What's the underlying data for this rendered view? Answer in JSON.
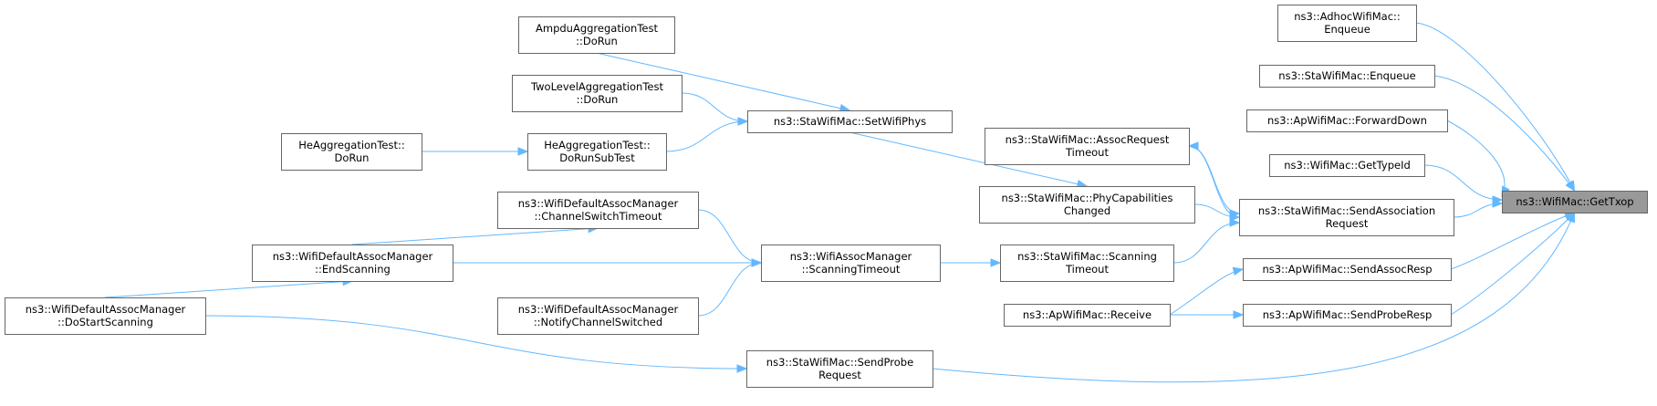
{
  "graph": {
    "nodes": [
      {
        "id": "gettxop",
        "lines": [
          "ns3::WifiMac::GetTxop"
        ],
        "focus": true
      },
      {
        "id": "adhoc_enqueue",
        "lines": [
          "ns3::AdhocWifiMac::",
          "Enqueue"
        ]
      },
      {
        "id": "sta_enqueue",
        "lines": [
          "ns3::StaWifiMac::Enqueue"
        ]
      },
      {
        "id": "ap_forwarddown",
        "lines": [
          "ns3::ApWifiMac::ForwardDown"
        ]
      },
      {
        "id": "gettypeid",
        "lines": [
          "ns3::WifiMac::GetTypeId"
        ]
      },
      {
        "id": "send_assoc_req",
        "lines": [
          "ns3::StaWifiMac::SendAssociation",
          "Request"
        ]
      },
      {
        "id": "ap_send_assoc_resp",
        "lines": [
          "ns3::ApWifiMac::SendAssocResp"
        ]
      },
      {
        "id": "ap_send_probe_resp",
        "lines": [
          "ns3::ApWifiMac::SendProbeResp"
        ]
      },
      {
        "id": "ap_receive",
        "lines": [
          "ns3::ApWifiMac::Receive"
        ]
      },
      {
        "id": "assoc_req_timeout",
        "lines": [
          "ns3::StaWifiMac::AssocRequest",
          "Timeout"
        ]
      },
      {
        "id": "phy_cap_changed",
        "lines": [
          "ns3::StaWifiMac::PhyCapabilities",
          "Changed"
        ]
      },
      {
        "id": "scanning_timeout_sta",
        "lines": [
          "ns3::StaWifiMac::Scanning",
          "Timeout"
        ]
      },
      {
        "id": "set_wifi_phys",
        "lines": [
          "ns3::StaWifiMac::SetWifiPhys"
        ]
      },
      {
        "id": "ampdu_test",
        "lines": [
          "AmpduAggregationTest",
          "::DoRun"
        ]
      },
      {
        "id": "twolevel_test",
        "lines": [
          "TwoLevelAggregationTest",
          "::DoRun"
        ]
      },
      {
        "id": "he_dorunsub",
        "lines": [
          "HeAggregationTest::",
          "DoRunSubTest"
        ]
      },
      {
        "id": "he_dorun",
        "lines": [
          "HeAggregationTest::",
          "DoRun"
        ]
      },
      {
        "id": "assocmgr_scanning_timeout",
        "lines": [
          "ns3::WifiAssocManager",
          "::ScanningTimeout"
        ]
      },
      {
        "id": "default_channel_switch_timeout",
        "lines": [
          "ns3::WifiDefaultAssocManager",
          "::ChannelSwitchTimeout"
        ]
      },
      {
        "id": "default_notify_channel_switched",
        "lines": [
          "ns3::WifiDefaultAssocManager",
          "::NotifyChannelSwitched"
        ]
      },
      {
        "id": "default_end_scanning",
        "lines": [
          "ns3::WifiDefaultAssocManager",
          "::EndScanning"
        ]
      },
      {
        "id": "default_do_start_scanning",
        "lines": [
          "ns3::WifiDefaultAssocManager",
          "::DoStartScanning"
        ]
      },
      {
        "id": "send_probe_request",
        "lines": [
          "ns3::StaWifiMac::SendProbe",
          "Request"
        ]
      }
    ]
  }
}
